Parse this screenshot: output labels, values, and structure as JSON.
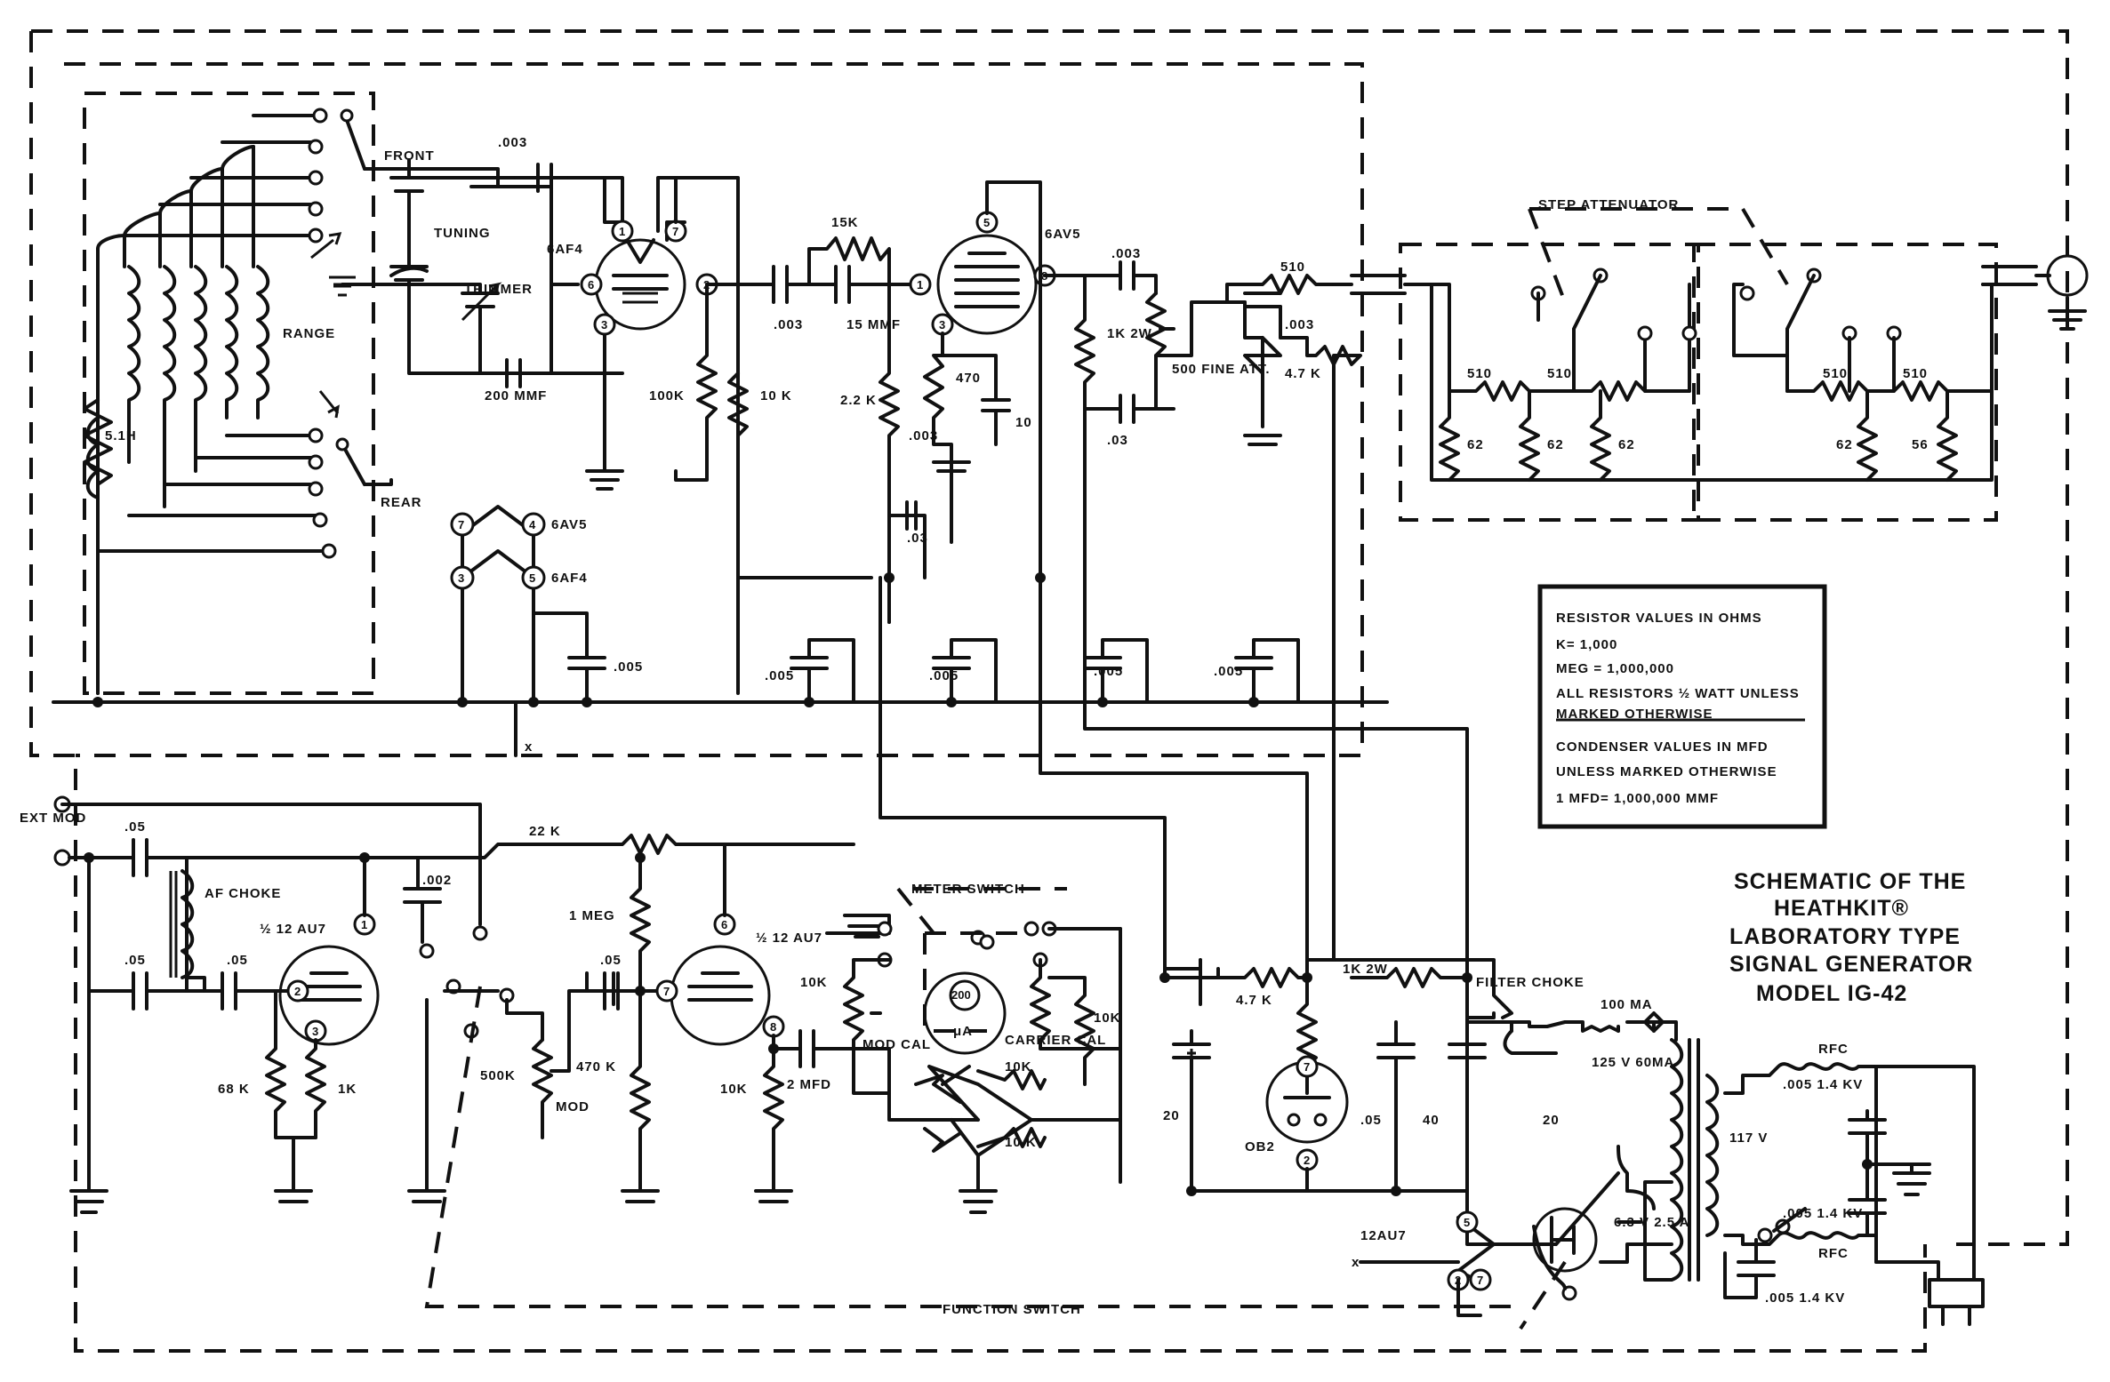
{
  "labels": {
    "front": "FRONT",
    "tuning": "TUNING",
    "trimmer": "TRIMMER",
    "range": "RANGE",
    "rear": "REAR",
    "cap_003_top": ".003",
    "cap_200mmf": "200 MMF",
    "tube_6af4": "6AF4",
    "r_100k": "100K",
    "r_10k_a": "10 K",
    "cap_003_b": ".003",
    "r_15k": "15K",
    "cap_15mmf": "15 MMF",
    "r_22k_a": "2.2 K",
    "tube_6av5": "6AV5",
    "r_470": "470",
    "cap_10": "10",
    "cap_003_c": ".003",
    "cap_03_a": ".03",
    "r_1k2w_a": "1K 2W",
    "r_500": "500 FINE ATT.",
    "cap_003_d": ".003",
    "cap_03_b": ".03",
    "r_510_a": "510",
    "cap_003_e": ".003",
    "r_47k_a": "4.7 K",
    "step_attenuator": "STEP ATTENUATOR",
    "r_510_b": "510",
    "r_510_c": "510",
    "r_62_a": "62",
    "r_62_b": "62",
    "r_62_c": "62",
    "r_510_d": "510",
    "r_510_e": "510",
    "r_62_d": "62",
    "r_56": "56",
    "r_51h": "5.1H",
    "heater_6av5": "6AV5",
    "heater_6af4": "6AF4",
    "cap_005_a": ".005",
    "cap_005_b": ".005",
    "cap_005_c": ".005",
    "cap_005_d": ".005",
    "cap_005_e": ".005",
    "x_a": "x",
    "ext_mod": "EXT MOD",
    "cap_05_a": ".05",
    "cap_05_b": ".05",
    "af_choke": "AF CHOKE",
    "cap_05_c": ".05",
    "tube_12au7_a": "½ 12 AU7",
    "r_68k": "68 K",
    "r_1k": "1K",
    "cap_002": ".002",
    "r_22k_b": "22 K",
    "r_1meg": "1 MEG",
    "cap_05_d": ".05",
    "r_500k": "500K",
    "mod": "MOD",
    "r_470k": "470 K",
    "tube_12au7_b": "½ 12 AU7",
    "r_10k_b": "10K",
    "cap_2mfd": "2 MFD",
    "meter_switch": "METER SWITCH",
    "r_10k_c": "10K",
    "mod_cal": "MOD CAL",
    "meter_200": "200",
    "meter_ua": "μA",
    "carrier_cal": "CARRIER CAL",
    "r_10k_d": "10K",
    "r_10k_e": "10K",
    "r_10k_f": "10 K",
    "r_47k_b": "4.7 K",
    "r_1k2w_b": "1K 2W",
    "filter_choke": "FILTER CHOKE",
    "ma100": "100 MA",
    "v125": "125 V 60MA",
    "cap_20_a": "20",
    "tube_0b2": "OB2",
    "cap_05_e": ".05",
    "cap_40": "40",
    "cap_20_b": "20",
    "v117": "117 V",
    "v63": "6.3 V 2.5 A",
    "tube_12au7_c": "12AU7",
    "x_b": "x",
    "rfc_a": "RFC",
    "cap_005_f": ".005 1.4 KV",
    "cap_005_g": ".005 1.4 KV",
    "rfc_b": "RFC",
    "cap_005_h": ".005 1.4 KV",
    "function_switch": "FUNCTION SWITCH"
  },
  "pins": [
    "1",
    "7",
    "6",
    "3",
    "2",
    "5",
    "3",
    "1",
    "8",
    "7",
    "3",
    "4",
    "5",
    "1",
    "2",
    "3",
    "6",
    "7",
    "8",
    "7",
    "2",
    "5",
    "2",
    "7",
    "4",
    "5"
  ],
  "legend": {
    "line1": "RESISTOR VALUES IN OHMS",
    "line2": "K= 1,000",
    "line3": "MEG = 1,000,000",
    "line4": "ALL RESISTORS ½ WATT UNLESS",
    "line5": "MARKED OTHERWISE",
    "line6": "CONDENSER VALUES IN MFD",
    "line7": "UNLESS MARKED OTHERWISE",
    "line8": "1 MFD= 1,000,000 MMF"
  },
  "title": {
    "line1": "SCHEMATIC OF THE",
    "line2": "HEATHKIT®",
    "line3": "LABORATORY TYPE",
    "line4": "SIGNAL GENERATOR",
    "line5": "MODEL IG-42"
  }
}
